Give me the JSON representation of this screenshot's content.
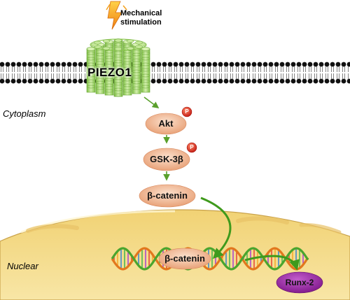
{
  "stimulus": {
    "label_line1": "Mechanical",
    "label_line2": "stimulation"
  },
  "channel": {
    "label": "PIEZO1"
  },
  "regions": {
    "cytoplasm": "Cytoplasm",
    "nuclear": "Nuclear"
  },
  "pathway": {
    "akt": "Akt",
    "gsk3b": "GSK-3β",
    "bcatenin_cyto": "β-catenin",
    "bcatenin_nuc": "β-catenin",
    "phospho": "P",
    "target": "Runx-2"
  },
  "colors": {
    "node_fill": "#f2b894",
    "phospho_fill": "#d81f1f",
    "arrow_green": "#5aa02c",
    "nucleus_fill": "#f5dc88",
    "runx_fill": "#9b26a8",
    "lightning": "#f6a21c",
    "channel_green": "#a8d86b"
  }
}
